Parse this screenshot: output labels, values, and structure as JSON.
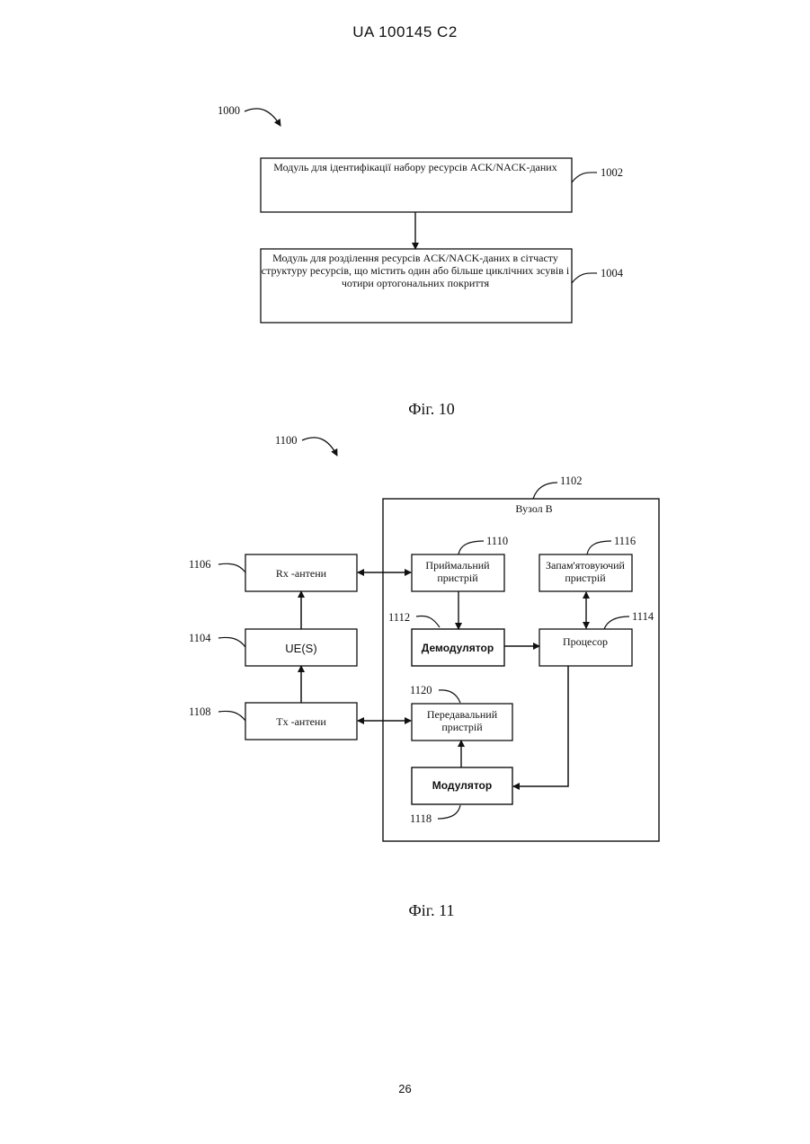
{
  "header": {
    "text": "UA   100145   C2"
  },
  "page_number": "26",
  "fig10": {
    "ref_main": "1000",
    "box1": {
      "line1": "Модуль для ідентифікації набору ресурсів ACK/NACK-даних",
      "ref": "1002"
    },
    "box2": {
      "line1": "Модуль для розділення ресурсів ACK/NACK-даних в сітчасту",
      "line2": "структуру ресурсів, що містить один або більше циклічних зсувів і",
      "line3": "чотири ортогональних покриття",
      "ref": "1004"
    },
    "caption": "Фіг. 10"
  },
  "fig11": {
    "ref_main": "1100",
    "node": {
      "label": "Вузол B",
      "ref": "1102"
    },
    "rx": {
      "label": "Rx -антени",
      "ref": "1106"
    },
    "ue": {
      "label": "UE(S)",
      "ref": "1104"
    },
    "tx": {
      "label": "Tx -антени",
      "ref": "1108"
    },
    "receiver": {
      "line1": "Приймальний",
      "line2": "пристрій",
      "ref": "1110"
    },
    "memory": {
      "line1": "Запам'ятовуючий",
      "line2": "пристрій",
      "ref": "1116"
    },
    "demod": {
      "label": "Демодулятор",
      "ref": "1112"
    },
    "processor": {
      "label": "Процесор",
      "ref": "1114"
    },
    "transmitter": {
      "line1": "Передавальний",
      "line2": "пристрій",
      "ref": "1120"
    },
    "modulator": {
      "label": "Модулятор",
      "ref": "1118"
    },
    "caption": "Фіг. 11"
  }
}
